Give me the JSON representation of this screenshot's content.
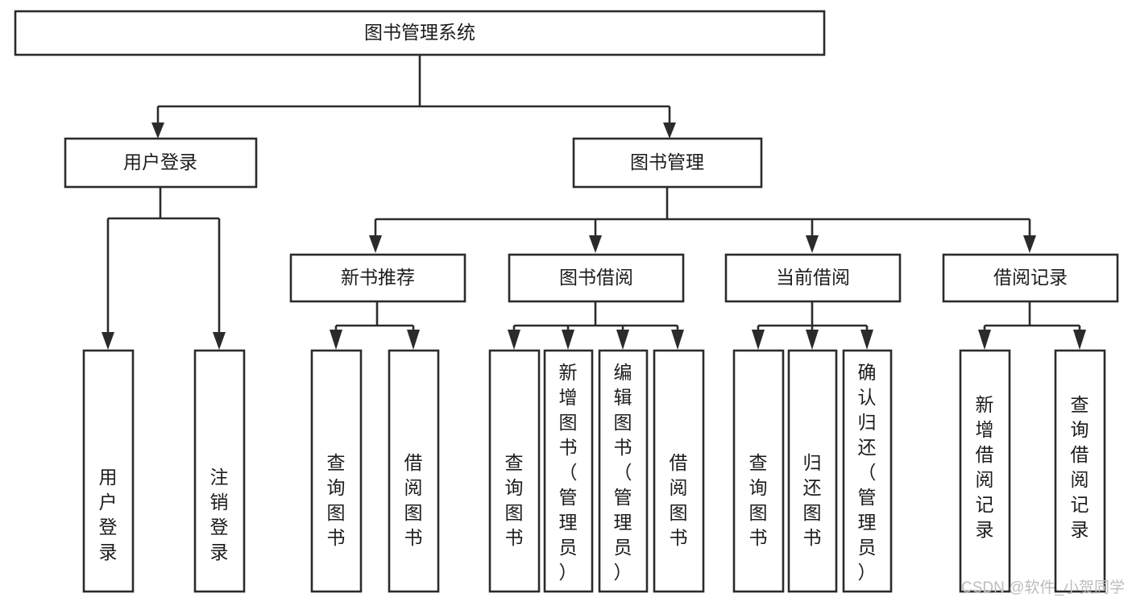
{
  "diagram": {
    "title": "图书管理系统",
    "type": "hierarchy-tree",
    "watermark": "CSDN @软件_小贺同学",
    "colors": {
      "stroke": "#2b2b2b",
      "fill": "#ffffff",
      "text": "#1c1c1c",
      "watermark": "#bdbdbd"
    },
    "levels": {
      "root": {
        "label": "图书管理系统"
      },
      "level2": [
        {
          "label": "用户登录"
        },
        {
          "label": "图书管理"
        }
      ],
      "level3": [
        {
          "label": "新书推荐"
        },
        {
          "label": "图书借阅"
        },
        {
          "label": "当前借阅"
        },
        {
          "label": "借阅记录"
        }
      ],
      "leaves": {
        "user_login": [
          {
            "label": "用户登录"
          },
          {
            "label": "注销登录"
          }
        ],
        "new_book_recommend": [
          {
            "label": "查询图书"
          },
          {
            "label": "借阅图书"
          }
        ],
        "book_borrow": [
          {
            "label": "查询图书"
          },
          {
            "label": "新增图书（管理员）"
          },
          {
            "label": "编辑图书（管理员）"
          },
          {
            "label": "借阅图书"
          }
        ],
        "current_borrow": [
          {
            "label": "查询图书"
          },
          {
            "label": "归还图书"
          },
          {
            "label": "确认归还（管理员）"
          }
        ],
        "borrow_record": [
          {
            "label": "新增借阅记录"
          },
          {
            "label": "查询借阅记录"
          }
        ]
      }
    }
  }
}
